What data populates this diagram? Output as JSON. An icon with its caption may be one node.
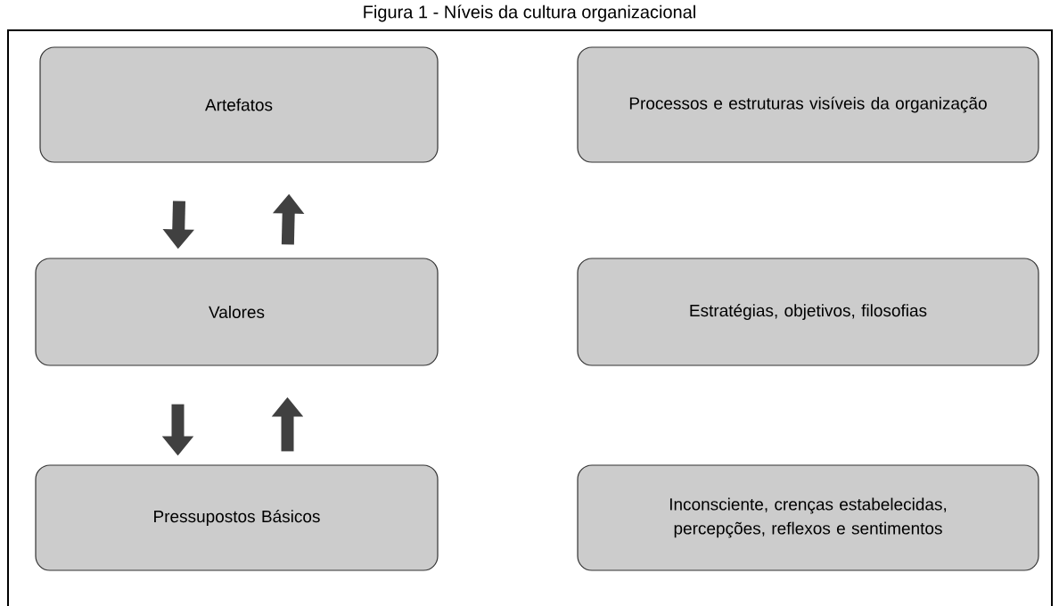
{
  "diagram": {
    "title": "Figura 1 - Níveis da cultura organizacional",
    "nodes": [
      {
        "text": [
          "Artefatos"
        ]
      },
      {
        "text": [
          "Processos e estruturas visíveis da organização"
        ]
      },
      {
        "text": [
          "Valores"
        ]
      },
      {
        "text": [
          "Estratégias, objetivos, filosofias"
        ]
      },
      {
        "text": [
          "Pressupostos Básicos"
        ]
      },
      {
        "text": [
          "Inconsciente, crenças estabelecidas, percepções, reflexos e sentimentos"
        ]
      }
    ],
    "edges": [
      {
        "from": 0,
        "to": 2,
        "arrow": "to"
      },
      {
        "from": 2,
        "to": 0,
        "arrow": "to"
      },
      {
        "from": 2,
        "to": 4,
        "arrow": "to"
      },
      {
        "from": 4,
        "to": 2,
        "arrow": "to"
      }
    ]
  }
}
